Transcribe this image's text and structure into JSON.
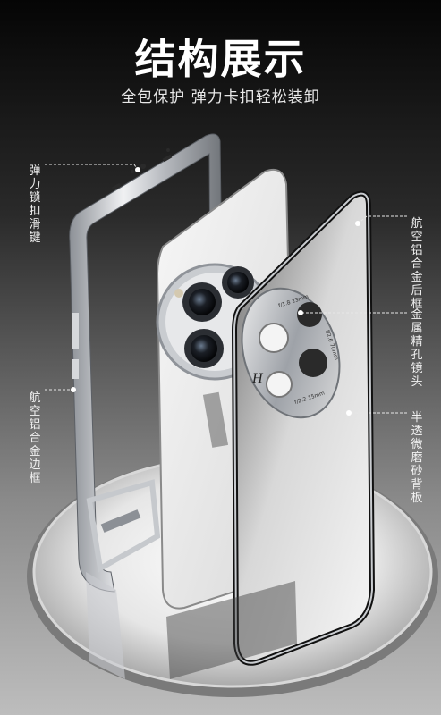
{
  "header": {
    "title": "结构展示",
    "subtitle": "全包保护 弹力卡扣轻松装卸"
  },
  "callouts": {
    "slider_lock": "弹力锁扣滑键",
    "aluminum_frame": "航空铝合金边框",
    "aluminum_back_frame": "航空铝合金后框",
    "metal_lens": "金属精孔镜头",
    "frosted_back": "半透微磨砂背板"
  },
  "product": {
    "lens_text_1": "f/1.8 23mm",
    "lens_text_2": "f/2.6 70mm",
    "lens_text_3": "f/2.2 15mm",
    "brand_mark": "H"
  },
  "colors": {
    "frame_silver": "#c9ccd0",
    "phone_white": "#eeeeee",
    "text": "#ffffff"
  }
}
